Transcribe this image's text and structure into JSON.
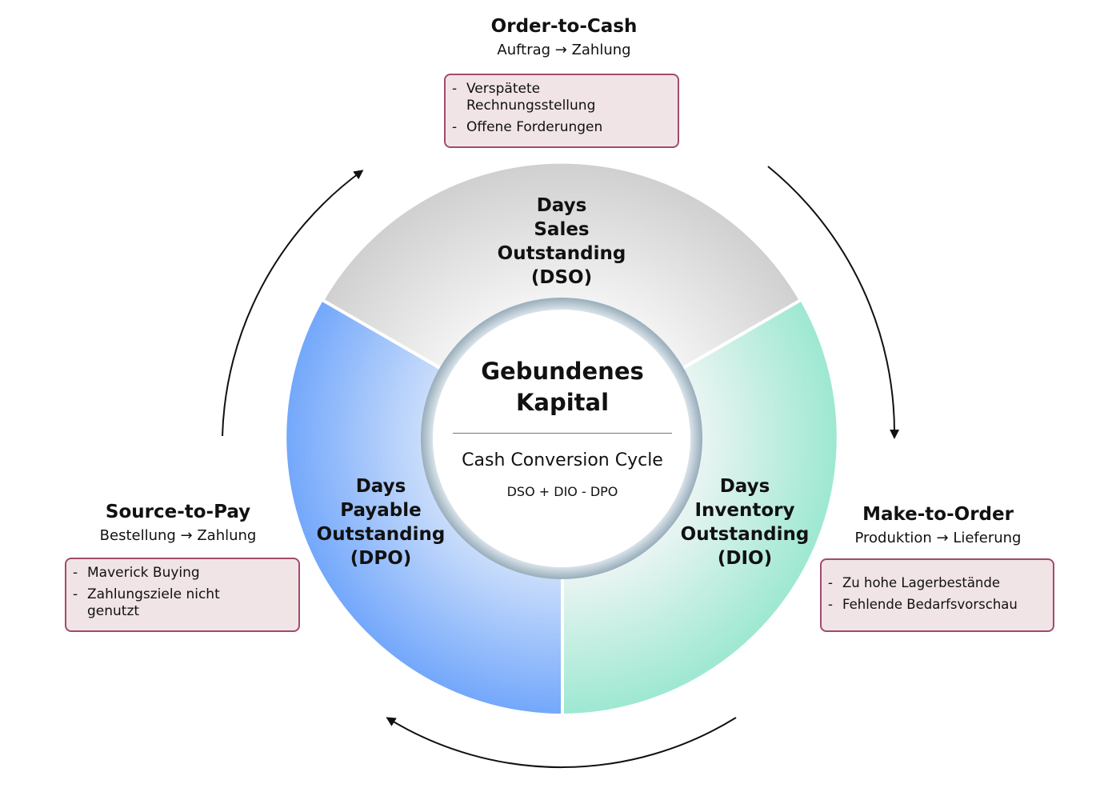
{
  "center": {
    "title_lines": [
      "Gebundenes",
      "Kapital"
    ],
    "subtitle": "Cash Conversion Cycle",
    "formula": "DSO + DIO - DPO"
  },
  "segments": {
    "dso": {
      "label_lines": [
        "Days",
        "Sales",
        "Outstanding",
        "(DSO)"
      ],
      "color": "#d0d0d0"
    },
    "dio": {
      "label_lines": [
        "Days",
        "Inventory",
        "Outstanding",
        "(DIO)"
      ],
      "color": "#9ee8d2"
    },
    "dpo": {
      "label_lines": [
        "Days",
        "Payable",
        "Outstanding",
        "(DPO)"
      ],
      "color": "#74a8fb"
    }
  },
  "processes": {
    "order_to_cash": {
      "title": "Order-to-Cash",
      "subtitle": "Auftrag → Zahlung",
      "issues": [
        "Verspätete Rechnungsstellung",
        "Offene Forderungen"
      ]
    },
    "make_to_order": {
      "title": "Make-to-Order",
      "subtitle": "Produktion → Lieferung",
      "issues": [
        "Zu hohe Lagerbestände",
        "Fehlende Bedarfsvorschau"
      ]
    },
    "source_to_pay": {
      "title": "Source-to-Pay",
      "subtitle": "Bestellung → Zahlung",
      "issues": [
        "Maverick Buying",
        "Zahlungsziele nicht genutzt"
      ]
    }
  },
  "colors": {
    "box_fill": "#f0e4e7",
    "box_border": "#a24a6c",
    "ring_border": "#8fa6b4"
  }
}
